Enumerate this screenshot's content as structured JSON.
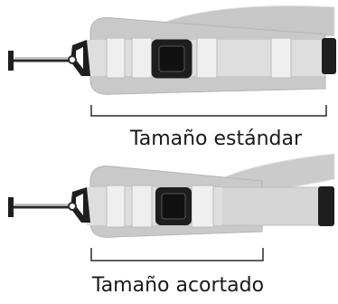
{
  "figures": [
    {
      "id": "standard",
      "caption": "Tamaño estándar"
    },
    {
      "id": "shortened",
      "caption": "Tamaño acortado"
    }
  ],
  "colors": {
    "band_light": "#cfcfcf",
    "band_mid": "#bdbdbd",
    "band_shadow": "#a9a9a9",
    "buckle": "#1e1e1e",
    "line": "#2a2a2a"
  }
}
